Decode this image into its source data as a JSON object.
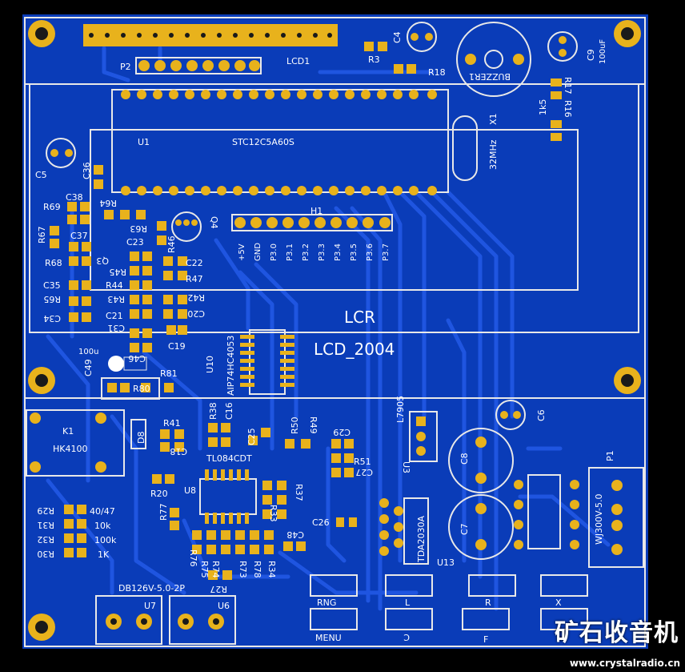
{
  "colors": {
    "board": "#0a3cb8",
    "trace": "#1f55e0",
    "pad": "#e8b21c",
    "silk": "#ffffff",
    "outline": "#e8e8e8",
    "hole": "#1a1a1a"
  },
  "labels": {
    "lcd1": "LCD1",
    "p2": "P2",
    "r3": "R3",
    "c4": "C4",
    "r18": "R18",
    "buzzer": "BUZZER1",
    "c9": "C9",
    "c9v": "100uF",
    "r17": "R17",
    "r16": "R16",
    "r1k5": "1k5",
    "u1": "U1",
    "mcu": "STC12C5A60S",
    "x1": "X1",
    "xtal": "32MHz",
    "c5": "C5",
    "c36": "C36",
    "c38": "C38",
    "r69": "R69",
    "r64": "R64",
    "r63": "R63",
    "r67": "R67",
    "c37": "C37",
    "q3": "Q3",
    "c23": "C23",
    "r46": "R46",
    "q4": "Q4",
    "h1": "H1",
    "r68": "R68",
    "r45": "R45",
    "c22": "C22",
    "c35": "C35",
    "r44": "R44",
    "r47": "R47",
    "r65": "R65",
    "r43": "R43",
    "r42": "R42",
    "c34": "C34",
    "c21": "C21",
    "c20": "C20",
    "c31": "C31",
    "c19": "C19",
    "c46": "C46",
    "c49": "C49",
    "c49v": "100u",
    "lcr": "LCR",
    "lcd2004": "LCD_2004",
    "u10": "U10",
    "u10p": "AIP74HC4053",
    "r81": "R81",
    "r80": "R80",
    "k1": "K1",
    "k1p": "HK4100",
    "d8": "D8",
    "r41": "R41",
    "r38": "R38",
    "c16": "C16",
    "c18": "C18",
    "c25": "C25",
    "r50": "R50",
    "r49": "R49",
    "c29": "C29",
    "u3": "U3",
    "l7905": "L7905",
    "c6": "C6",
    "tl084": "TL084CDT",
    "r51": "R51",
    "c27": "C27",
    "c8": "C8",
    "p1": "P1",
    "u8": "U8",
    "r37": "R37",
    "r20": "R20",
    "r77": "R77",
    "r33": "R33",
    "r29": "R29",
    "r31": "R31",
    "r32": "R32",
    "r30": "R30",
    "v4047": "40/47",
    "v10k": "10k",
    "v100k": "100k",
    "v1k": "1K",
    "c26": "C26",
    "tda": "TDA2030A",
    "c7": "C7",
    "wj": "WJ300V-5.0",
    "r76": "R76",
    "r75": "R75",
    "r74": "R74",
    "r73": "R73",
    "r78": "R78",
    "r34": "R34",
    "c48": "C48",
    "u13": "U13",
    "r27": "R27",
    "db126": "DB126V-5.0-2P",
    "u7": "U7",
    "u6": "U6",
    "rng": "RNG",
    "l": "L",
    "r": "R",
    "x": "X",
    "menu": "MENU",
    "c": "C",
    "f": "F"
  },
  "header_pins": [
    "+5V",
    "GND",
    "P3.0",
    "P3.1",
    "P3.2",
    "P3.3",
    "P3.4",
    "P3.5",
    "P3.6",
    "P3.7"
  ],
  "watermark": {
    "text": "矿石收音机",
    "url": "www.crystalradio.cn"
  }
}
